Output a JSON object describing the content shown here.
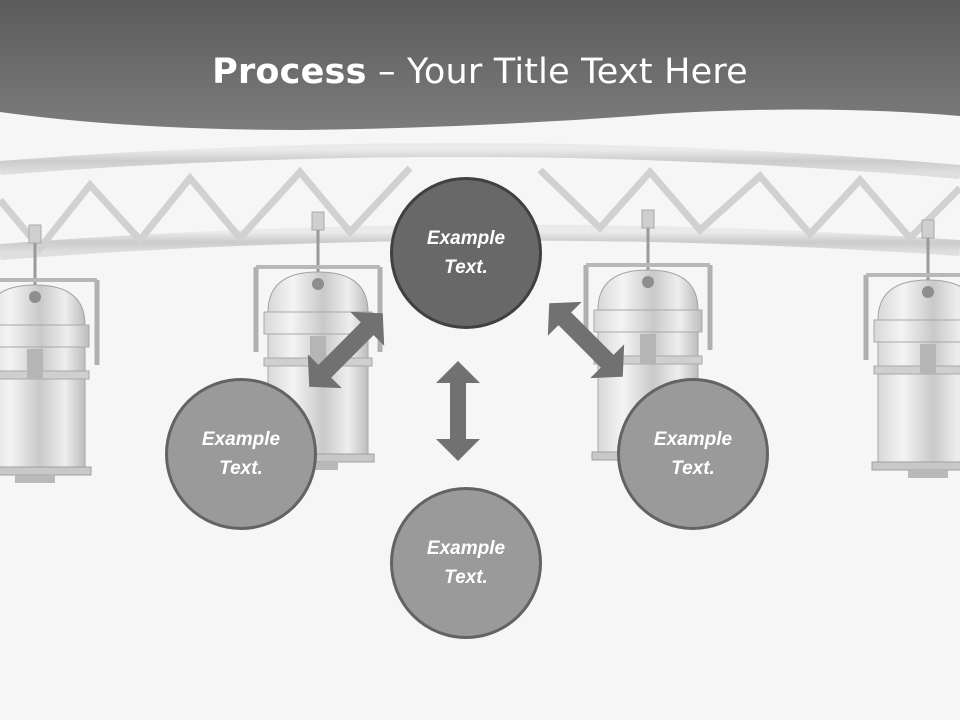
{
  "slide": {
    "title_bold": "Process",
    "title_rest": " – Your Title Text Here",
    "colors": {
      "header_band": "#6e6e6e",
      "background": "#f6f6f6",
      "circle_dark": "#686868",
      "circle_light": "#9a9a9a",
      "arrow": "#717171"
    }
  },
  "diagram": {
    "center_top": {
      "text": "Example\nText."
    },
    "left": {
      "text": "Example\nText."
    },
    "bottom": {
      "text": "Example\nText."
    },
    "right": {
      "text": "Example\nText."
    }
  },
  "icons": {
    "arrow_left": "double-arrow-icon",
    "arrow_center": "double-arrow-icon",
    "arrow_right": "double-arrow-icon",
    "decoration": "stage-lights-truss-illustration"
  }
}
